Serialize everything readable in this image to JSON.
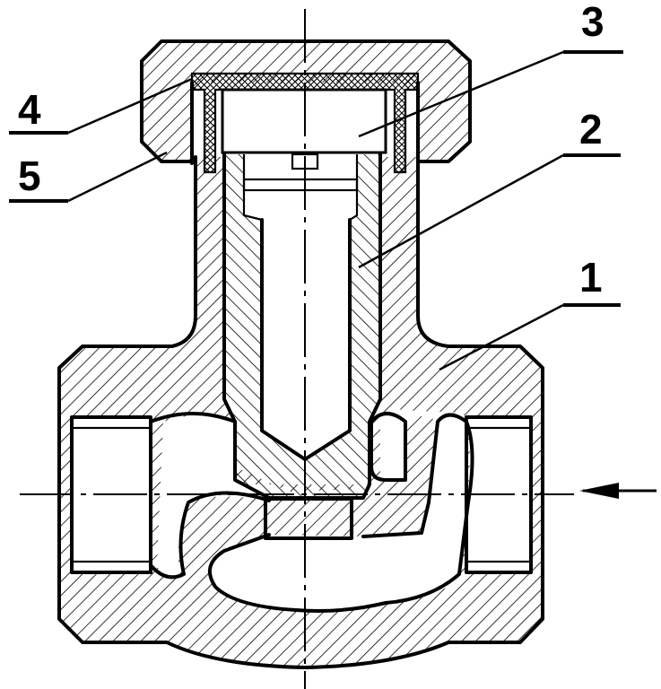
{
  "callouts": [
    {
      "id": "1",
      "label": "1",
      "part": "body"
    },
    {
      "id": "2",
      "label": "2",
      "part": "plug"
    },
    {
      "id": "3",
      "label": "3",
      "part": "cavity"
    },
    {
      "id": "4",
      "label": "4",
      "part": "seal"
    },
    {
      "id": "5",
      "label": "5",
      "part": "cap"
    }
  ],
  "flow_arrow": {
    "direction": "left"
  },
  "colors": {
    "line": "#000000",
    "background": "#ffffff"
  }
}
